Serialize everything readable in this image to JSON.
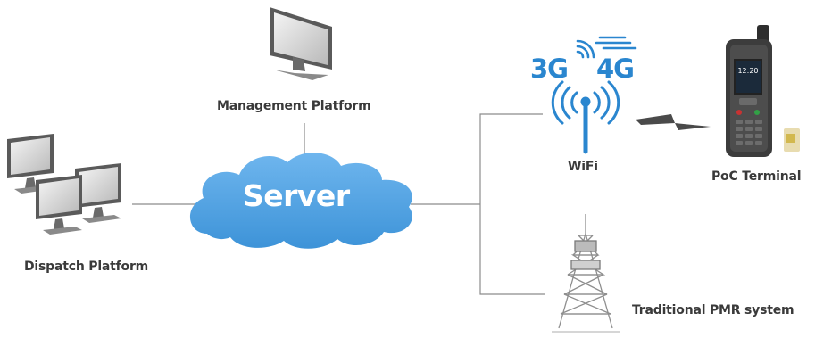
{
  "nodes": {
    "server": "Server",
    "management": "Management Platform",
    "dispatch": "Dispatch Platform",
    "wifi": "WiFi",
    "poc": "PoC Terminal",
    "pmr": "Traditional PMR system"
  },
  "network_badges": {
    "g3": "3G",
    "g4": "4G"
  },
  "terminal": {
    "screen_time": "12:20"
  },
  "colors": {
    "cloud": "#4a9fe2",
    "accent": "#2a86cf",
    "line": "#8c8c8c",
    "text": "#3a3a3a"
  }
}
